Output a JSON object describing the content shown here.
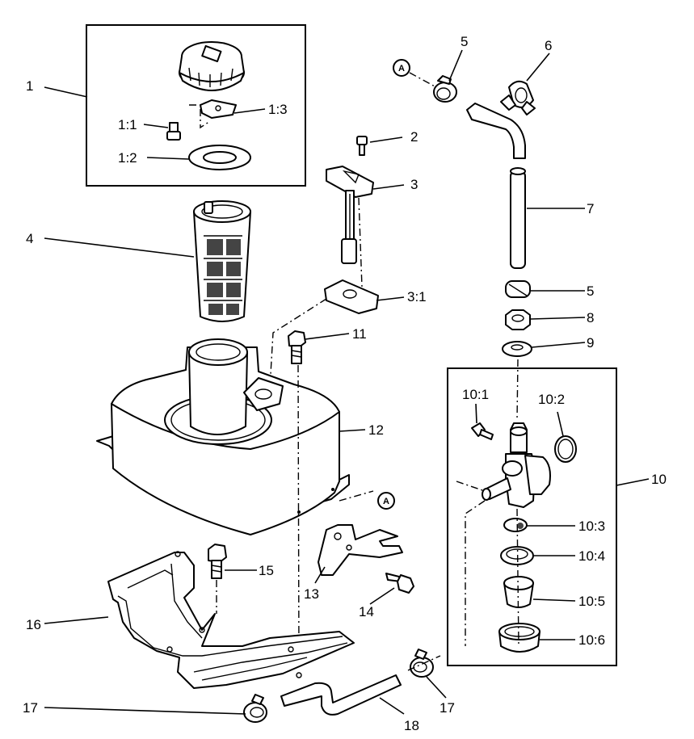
{
  "labels": {
    "l1": "1",
    "l1_1": "1:1",
    "l1_2": "1:2",
    "l1_3": "1:3",
    "l2": "2",
    "l3": "3",
    "l3_1": "3:1",
    "l4": "4",
    "l5a": "5",
    "l5b": "5",
    "l6": "6",
    "l7": "7",
    "l8": "8",
    "l9": "9",
    "l10": "10",
    "l10_1": "10:1",
    "l10_2": "10:2",
    "l10_3": "10:3",
    "l10_4": "10:4",
    "l10_5": "10:5",
    "l10_6": "10:6",
    "l11": "11",
    "l12": "12",
    "l13": "13",
    "l14": "14",
    "l15": "15",
    "l16": "16",
    "l17a": "17",
    "l17b": "17",
    "l18": "18"
  },
  "markers": {
    "a1": "A",
    "a2": "A"
  }
}
